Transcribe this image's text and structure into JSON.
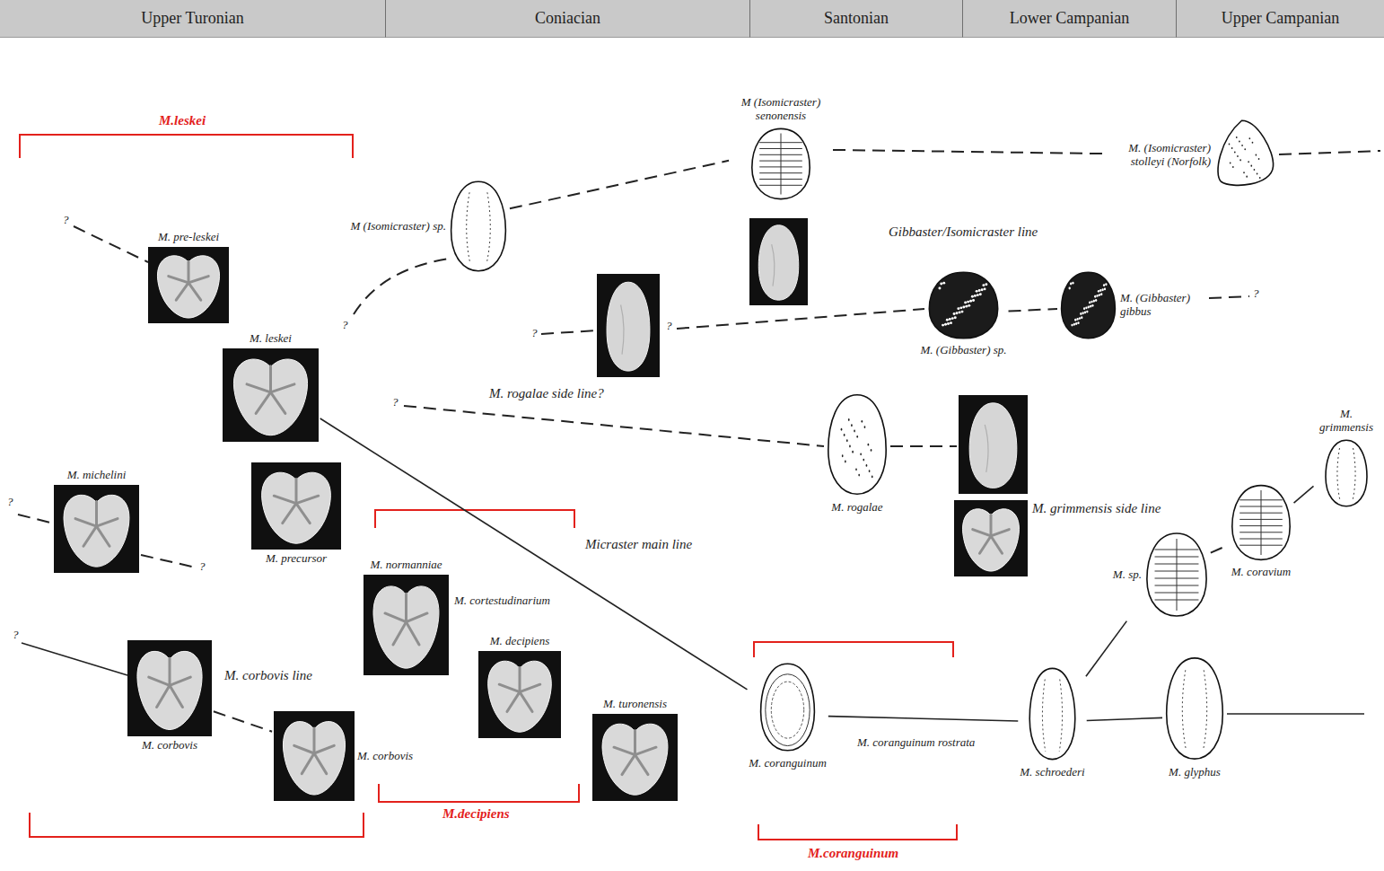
{
  "diagram": {
    "nodes": [
      {
        "text": [
          "Upper Turonian"
        ]
      },
      {
        "text": [
          "Coniacian"
        ]
      },
      {
        "text": [
          "Santonian"
        ]
      },
      {
        "text": [
          "Lower Campanian"
        ]
      },
      {
        "text": [
          "Upper Campanian"
        ]
      },
      {
        "text": [
          "M. pre-leskei"
        ]
      },
      {
        "text": [
          "M. leskei"
        ]
      },
      {
        "text": [
          "M. michelini"
        ]
      },
      {
        "text": [
          "M. precursor"
        ]
      },
      {
        "text": [
          "M. corbovis"
        ]
      },
      {
        "text": [
          "M. corbovis"
        ]
      },
      {
        "text": [
          "M. normanniae"
        ]
      },
      {
        "text": [
          "M. decipiens"
        ]
      },
      {
        "text": [
          "M. turonensis"
        ]
      },
      {
        "text": [
          "M (Isomicraster) sp."
        ]
      },
      {
        "text": [
          "M (Isomicraster) senonensis"
        ]
      },
      {
        "text": [
          "M. (Gibbaster) sp."
        ]
      },
      {
        "text": [
          "M. rogalae"
        ]
      },
      {
        "text": [
          "M. coranguinum"
        ]
      },
      {
        "text": [
          "M. (Gibbaster) gibbus"
        ]
      },
      {
        "text": [
          "M. schroederi"
        ]
      },
      {
        "text": [
          "M. (Isomicraster) stolleyi (Norfolk)"
        ]
      },
      {
        "text": [
          "M. sp."
        ]
      },
      {
        "text": [
          "M. glyphus"
        ]
      },
      {
        "text": [
          "M. coravium"
        ]
      },
      {
        "text": [
          "M. grimmensis"
        ]
      }
    ],
    "edges": [
      {
        "from": 6,
        "to": 18,
        "arrow": "none"
      },
      {
        "from": 9,
        "to": 10,
        "arrow": "none"
      },
      {
        "from": 14,
        "to": 15,
        "arrow": "none"
      },
      {
        "from": 15,
        "to": 21,
        "arrow": "none"
      },
      {
        "from": 16,
        "to": 19,
        "arrow": "none"
      },
      {
        "from": 18,
        "to": 20,
        "arrow": "none"
      },
      {
        "from": 20,
        "to": 23,
        "arrow": "none"
      },
      {
        "from": 20,
        "to": 22,
        "arrow": "none"
      },
      {
        "from": 22,
        "to": 24,
        "arrow": "none"
      },
      {
        "from": 24,
        "to": 25,
        "arrow": "none"
      }
    ],
    "labels": [
      "M.leskei",
      "?",
      "?",
      "?",
      "?",
      "Gibbaster/Isomicraster line",
      "?",
      "?",
      "M. rogalae side line?",
      "?",
      "?",
      "M. grimmensis side line",
      "Micraster main line",
      "M. cortestudinarium",
      "?",
      "M. corbovis line",
      "M.decipiens",
      "M. coranguinum rostrata",
      "M.coranguinum"
    ]
  }
}
